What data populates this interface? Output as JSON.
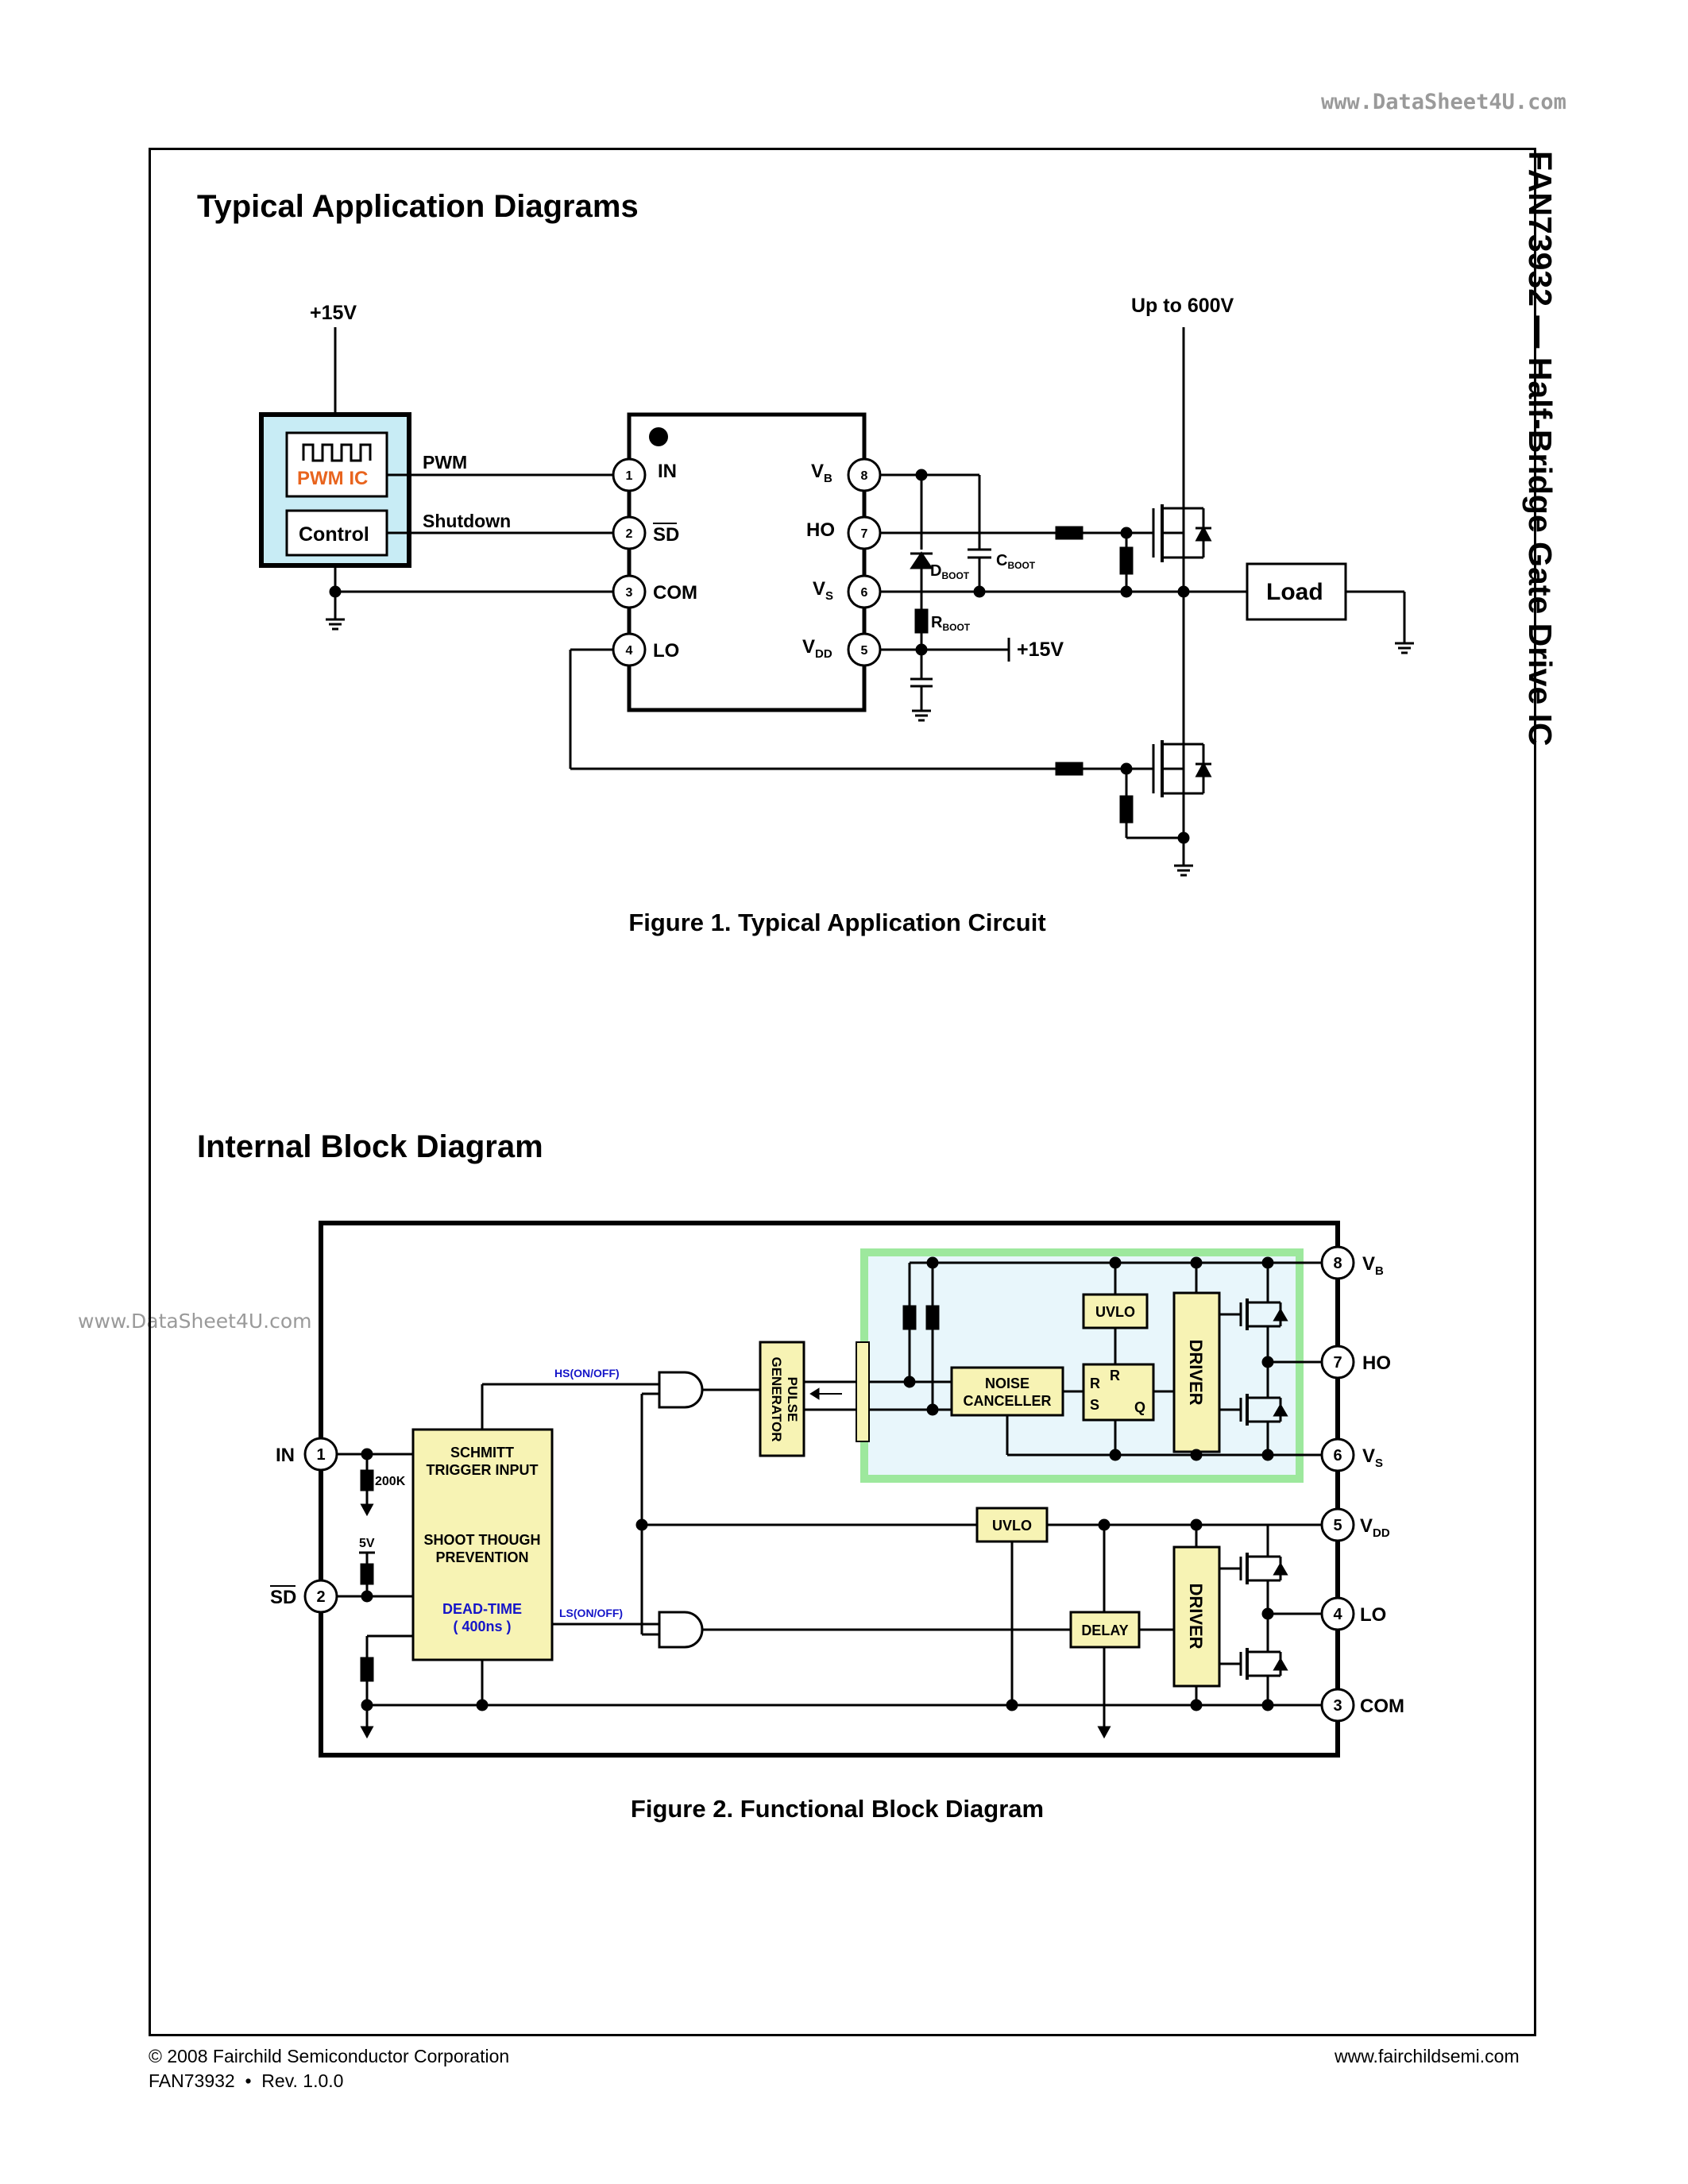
{
  "header": {
    "watermark_top": "www.DataSheet4U.com",
    "watermark_side": "www.DataSheet4U.com"
  },
  "side_title": "FAN73932 — Half-Bridge Gate Drive IC",
  "section1": {
    "title": "Typical Application Diagrams",
    "caption": "Figure 1. Typical Application Circuit",
    "labels": {
      "supply_15v": "+15V",
      "up_to_600v": "Up to 600V",
      "pwm_ic": "PWM IC",
      "control": "Control",
      "pwm": "PWM",
      "shutdown": "Shutdown",
      "load": "Load",
      "pin_in": "IN",
      "pin_sd": "SD",
      "pin_com": "COM",
      "pin_lo": "LO",
      "pin_vb": "V",
      "pin_vb_sub": "B",
      "pin_ho": "HO",
      "pin_vs": "V",
      "pin_vs_sub": "S",
      "pin_vdd": "V",
      "pin_vdd_sub": "DD",
      "dboot": "D",
      "dboot_sub": "BOOT",
      "cboot": "C",
      "cboot_sub": "BOOT",
      "rboot": "R",
      "rboot_sub": "BOOT",
      "vdd_15v": "+15V",
      "n1": "1",
      "n2": "2",
      "n3": "3",
      "n4": "4",
      "n5": "5",
      "n6": "6",
      "n7": "7",
      "n8": "8"
    }
  },
  "section2": {
    "title": "Internal Block Diagram",
    "caption": "Figure 2. Functional Block Diagram",
    "labels": {
      "in": "IN",
      "sd": "SD",
      "r200k": "200K",
      "v5": "5V",
      "schmitt1": "SCHMITT",
      "schmitt2": "TRIGGER INPUT",
      "shoot1": "SHOOT THOUGH",
      "shoot2": "PREVENTION",
      "dead1": "DEAD-TIME",
      "dead2": "( 400ns )",
      "hs": "HS(ON/OFF)",
      "ls": "LS(ON/OFF)",
      "pulse1": "PULSE",
      "pulse2": "GENERATOR",
      "noise1": "NOISE",
      "noise2": "CANCELLER",
      "uvlo": "UVLO",
      "delay": "DELAY",
      "driver": "DRIVER",
      "r": "R",
      "s": "S",
      "q": "Q",
      "vb": "V",
      "vb_sub": "B",
      "ho": "HO",
      "vs": "V",
      "vs_sub": "S",
      "vdd": "V",
      "vdd_sub": "DD",
      "lo": "LO",
      "com": "COM",
      "n1": "1",
      "n2": "2",
      "n3": "3",
      "n4": "4",
      "n5": "5",
      "n6": "6",
      "n7": "7",
      "n8": "8"
    }
  },
  "footer": {
    "copyright": "© 2008 Fairchild Semiconductor Corporation",
    "part_rev": "FAN73932  •  Rev. 1.0.0",
    "website": "www.fairchildsemi.com"
  },
  "colors": {
    "pwm_ic_text": "#e8641e",
    "ic_box_fill": "#c8ecf5",
    "block_fill": "#f7f3b4",
    "hs_region_border": "#9de89d",
    "hs_region_fill": "#e8f6fb",
    "blue_label": "#1515c8"
  }
}
